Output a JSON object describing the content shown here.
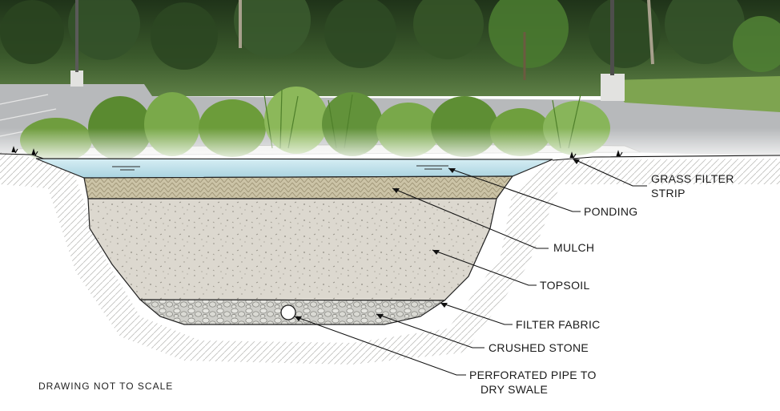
{
  "labels": {
    "grass_filter_strip_1": "GRASS FILTER",
    "grass_filter_strip_2": "STRIP",
    "ponding": "PONDING",
    "mulch": "MULCH",
    "topsoil": "TOPSOIL",
    "filter_fabric": "FILTER FABRIC",
    "crushed_stone": "CRUSHED STONE",
    "perforated_pipe_1": "PERFORATED PIPE TO",
    "perforated_pipe_2": "DRY SWALE"
  },
  "note": "DRAWING NOT TO SCALE",
  "colors": {
    "water": "#bfe0ea",
    "mulch": "#c8c0a4",
    "topsoil": "#dcd8cf",
    "stone": "#c9c9c4",
    "asphalt": "#b9bbbd",
    "trees": "#2f4a26",
    "grass": "#6a9a3c"
  }
}
